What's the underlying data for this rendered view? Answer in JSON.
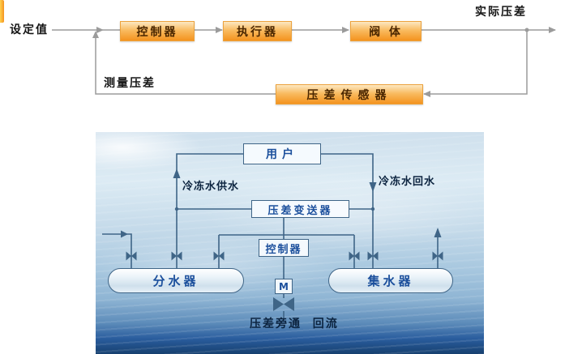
{
  "flowchart": {
    "setpoint": "设定值",
    "blocks": [
      {
        "label": "控制器"
      },
      {
        "label": "执行器"
      },
      {
        "label": "阀 体"
      }
    ],
    "actual": "实际压差",
    "measured": "测量压差",
    "sensor": "压差传感器"
  },
  "plant": {
    "user": "用户",
    "supply": "冷冻水供水",
    "return": "冷冻水回水",
    "transmitter": "压差变送器",
    "controller": "控制器",
    "motor": "M",
    "tank_left": "分水器",
    "tank_right": "集水器",
    "bypass": "压差旁通  回流"
  },
  "colors": {
    "accent_orange": "#f4931f",
    "flow_line_gray": "#9b9b9b",
    "pipe_blue": "#3f6587",
    "label_blue": "#1b4f9c",
    "deep_water_blue": "#17406f"
  }
}
